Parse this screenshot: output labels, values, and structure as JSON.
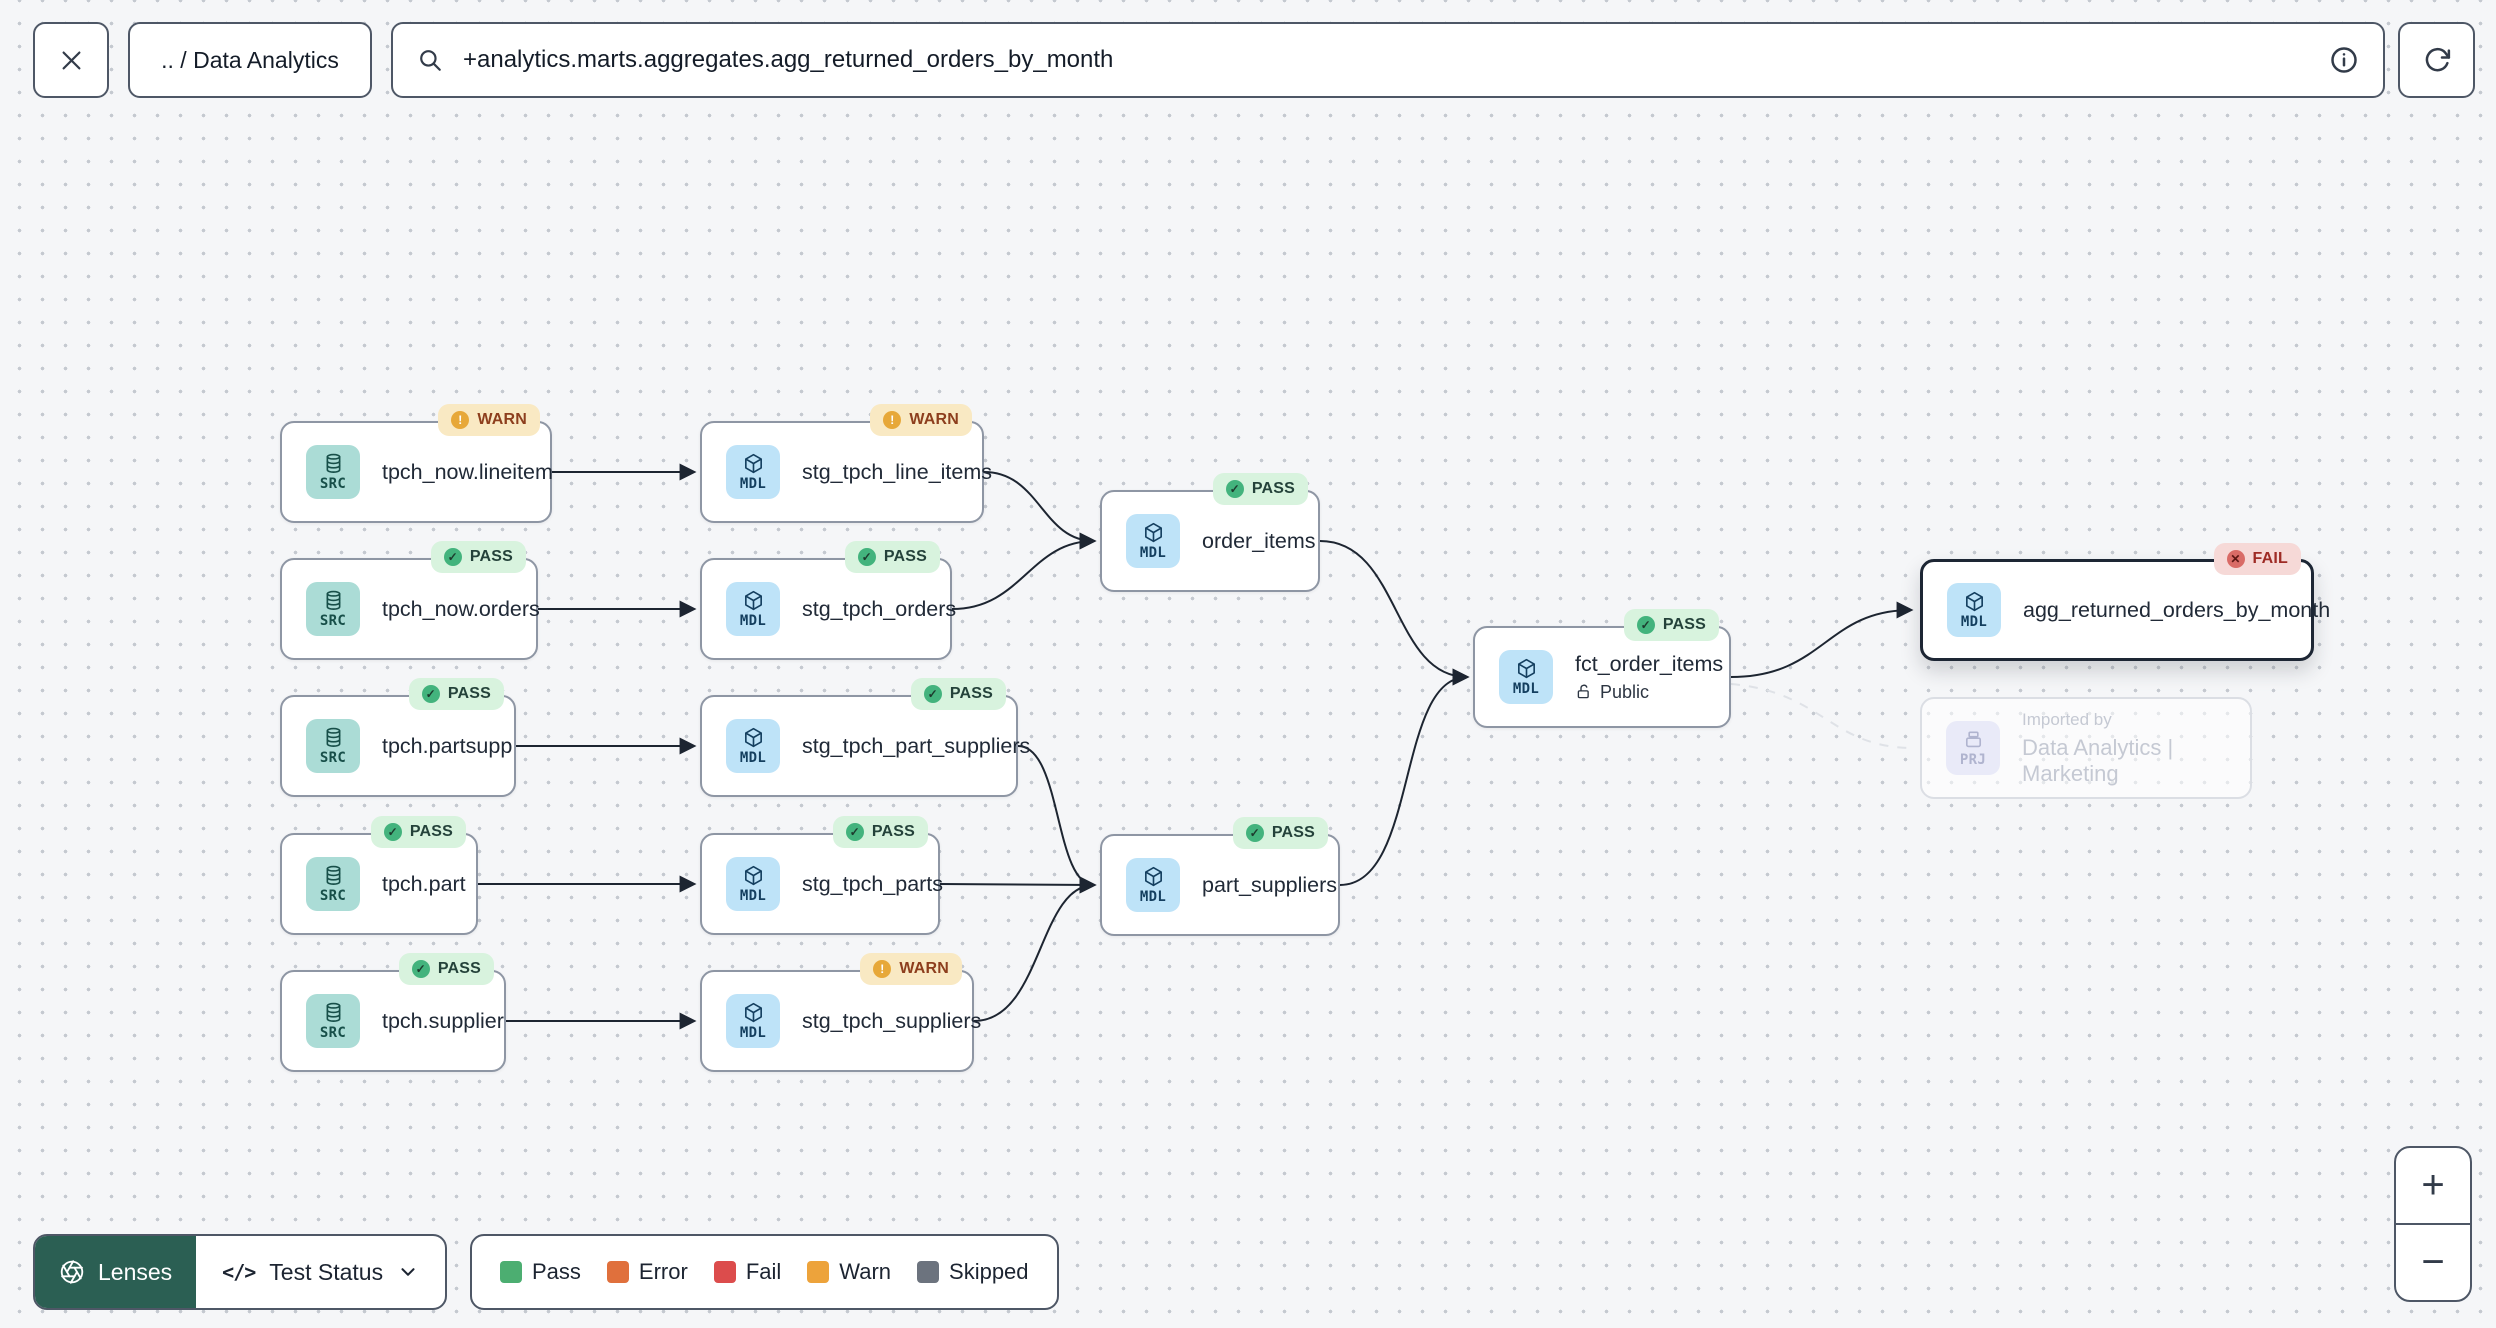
{
  "topbar": {
    "breadcrumb": ".. / Data Analytics",
    "search_value": "+analytics.marts.aggregates.agg_returned_orders_by_month"
  },
  "nodes": [
    {
      "label": "tpch_now.lineitem",
      "kind": "SRC",
      "status": "WARN"
    },
    {
      "label": "stg_tpch_line_items",
      "kind": "MDL",
      "status": "WARN"
    },
    {
      "label": "tpch_now.orders",
      "kind": "SRC",
      "status": "PASS"
    },
    {
      "label": "stg_tpch_orders",
      "kind": "MDL",
      "status": "PASS"
    },
    {
      "label": "tpch.partsupp",
      "kind": "SRC",
      "status": "PASS"
    },
    {
      "label": "stg_tpch_part_suppliers",
      "kind": "MDL",
      "status": "PASS"
    },
    {
      "label": "tpch.part",
      "kind": "SRC",
      "status": "PASS"
    },
    {
      "label": "stg_tpch_parts",
      "kind": "MDL",
      "status": "PASS"
    },
    {
      "label": "tpch.supplier",
      "kind": "SRC",
      "status": "PASS"
    },
    {
      "label": "stg_tpch_suppliers",
      "kind": "MDL",
      "status": "WARN"
    },
    {
      "label": "order_items",
      "kind": "MDL",
      "status": "PASS"
    },
    {
      "label": "part_suppliers",
      "kind": "MDL",
      "status": "PASS"
    },
    {
      "label": "fct_order_items",
      "kind": "MDL",
      "status": "PASS",
      "access": "Public"
    },
    {
      "label": "agg_returned_orders_by_month",
      "kind": "MDL",
      "status": "FAIL",
      "selected": true
    },
    {
      "label_line1": "Imported by",
      "label_line2": "Data Analytics | Marketing",
      "kind": "PRJ",
      "ghost": true
    }
  ],
  "edges": [
    {
      "from": "tpch_now.lineitem",
      "to": "stg_tpch_line_items",
      "style": "solid"
    },
    {
      "from": "tpch_now.orders",
      "to": "stg_tpch_orders",
      "style": "solid"
    },
    {
      "from": "tpch.partsupp",
      "to": "stg_tpch_part_suppliers",
      "style": "solid"
    },
    {
      "from": "tpch.part",
      "to": "stg_tpch_parts",
      "style": "solid"
    },
    {
      "from": "tpch.supplier",
      "to": "stg_tpch_suppliers",
      "style": "solid"
    },
    {
      "from": "stg_tpch_line_items",
      "to": "order_items",
      "style": "solid"
    },
    {
      "from": "stg_tpch_orders",
      "to": "order_items",
      "style": "solid"
    },
    {
      "from": "stg_tpch_part_suppliers",
      "to": "part_suppliers",
      "style": "solid"
    },
    {
      "from": "stg_tpch_parts",
      "to": "part_suppliers",
      "style": "solid"
    },
    {
      "from": "stg_tpch_suppliers",
      "to": "part_suppliers",
      "style": "solid"
    },
    {
      "from": "order_items",
      "to": "fct_order_items",
      "style": "solid"
    },
    {
      "from": "part_suppliers",
      "to": "fct_order_items",
      "style": "solid"
    },
    {
      "from": "fct_order_items",
      "to": "agg_returned_orders_by_month",
      "style": "solid"
    },
    {
      "from": "fct_order_items",
      "to": "Data Analytics | Marketing",
      "style": "dashed"
    }
  ],
  "footer": {
    "lenses_label": "Lenses",
    "lens_selected": "Test Status",
    "legend": [
      {
        "label": "Pass",
        "color": "#4cae71"
      },
      {
        "label": "Error",
        "color": "#e0703c"
      },
      {
        "label": "Fail",
        "color": "#dc4c4c"
      },
      {
        "label": "Warn",
        "color": "#eda33b"
      },
      {
        "label": "Skipped",
        "color": "#6c737e"
      }
    ]
  },
  "zoom_controls": {
    "zoom_in": "+",
    "zoom_out": "−"
  },
  "status_colors": {
    "pass_badge": "#d8f3de",
    "warn_badge": "#f9e9c3",
    "fail_badge": "#f6d9d7"
  }
}
